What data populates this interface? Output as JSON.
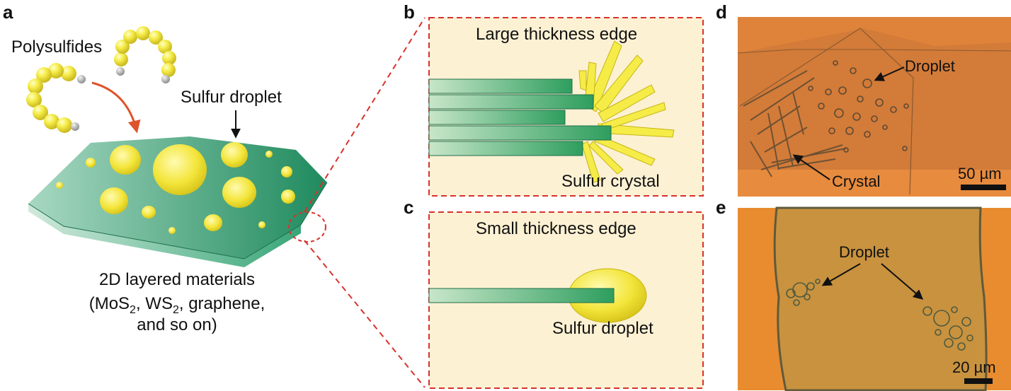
{
  "panels": {
    "a": "a",
    "b": "b",
    "c": "c",
    "d": "d",
    "e": "e"
  },
  "panel_a": {
    "polysulfides_label": "Polysulfides",
    "sulfur_droplet_label": "Sulfur droplet",
    "materials_line1": "2D layered materials",
    "materials_line2_pre": "(MoS",
    "materials_line2_sub1": "2",
    "materials_line2_mid": ", WS",
    "materials_line2_sub2": "2",
    "materials_line2_post": ", graphene,",
    "materials_line3": "and so on)"
  },
  "panel_b": {
    "title": "Large thickness edge",
    "crystal_label": "Sulfur crystal"
  },
  "panel_c": {
    "title": "Small thickness edge",
    "droplet_label": "Sulfur droplet"
  },
  "panel_d": {
    "droplet_label": "Droplet",
    "crystal_label": "Crystal",
    "scale_label": "50 µm"
  },
  "panel_e": {
    "droplet_label": "Droplet",
    "scale_label": "20 µm"
  },
  "colors": {
    "sulfur": "#f2e94a",
    "sheet": "#2f9e72",
    "box_fill": "#fdf1d3",
    "dashed": "#d8322b",
    "arrow": "#e0522a",
    "micro_bg": "#e3893a"
  }
}
